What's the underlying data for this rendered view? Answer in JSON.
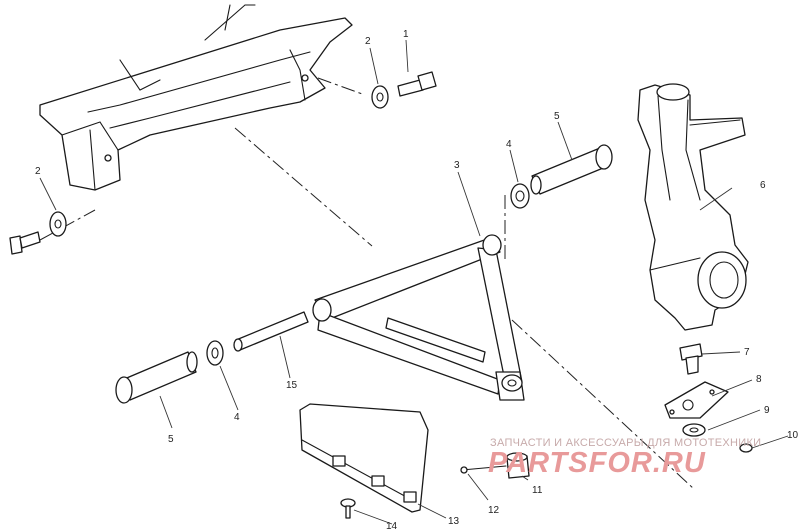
{
  "callouts": [
    "1",
    "2",
    "2",
    "3",
    "4",
    "4",
    "5",
    "5",
    "6",
    "7",
    "8",
    "9",
    "10",
    "11",
    "12",
    "13",
    "14",
    "15"
  ],
  "watermark": {
    "line1": "ЗАПЧАСТИ И АКСЕССУАРЫ ДЛЯ МОТОТЕХНИКИ",
    "line2": "PARTSFOR.RU"
  },
  "colors": {
    "line": "#1a1a1a",
    "watermark": "#e89a9a"
  }
}
